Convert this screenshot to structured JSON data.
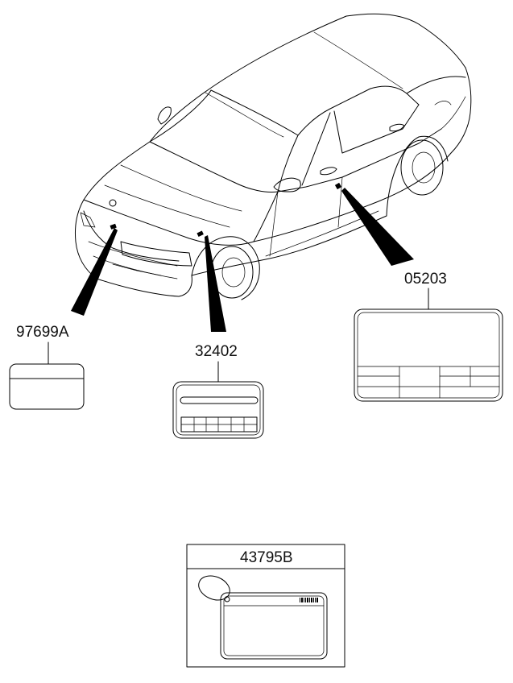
{
  "parts": [
    {
      "id": "front-panel-label",
      "part_number": "97699A"
    },
    {
      "id": "hood-label",
      "part_number": "32402"
    },
    {
      "id": "door-pillar-label",
      "part_number": "05203"
    },
    {
      "id": "tag-label",
      "part_number": "43795B"
    }
  ]
}
